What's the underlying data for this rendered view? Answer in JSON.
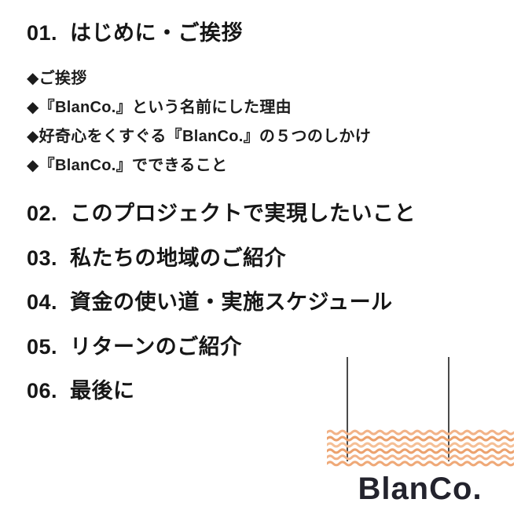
{
  "page": {
    "background": "#ffffff",
    "text_color": "#1a1a1a"
  },
  "toc": {
    "sections": [
      {
        "number": "01.",
        "title": "はじめに・ご挨拶",
        "items": [
          "◆ご挨拶",
          "◆『BlanCo.』という名前にした理由",
          "◆好奇心をくすぐる『BlanCo.』の５つのしかけ",
          "◆『BlanCo.』でできること"
        ]
      },
      {
        "number": "02.",
        "title": "このプロジェクトで実現したいこと"
      },
      {
        "number": "03.",
        "title": "私たちの地域のご紹介"
      },
      {
        "number": "04.",
        "title": "資金の使い道・実施スケジュール"
      },
      {
        "number": "05.",
        "title": "リターンのご紹介"
      },
      {
        "number": "06.",
        "title": "最後に"
      }
    ]
  },
  "logo": {
    "text": "BlanCo.",
    "stick_color": "#4a4a4a",
    "text_color": "#23232d",
    "wave_shades": [
      "#f2b388",
      "#eca26e",
      "#f5c097",
      "#eca26e",
      "#f2b388",
      "#efa978"
    ]
  }
}
